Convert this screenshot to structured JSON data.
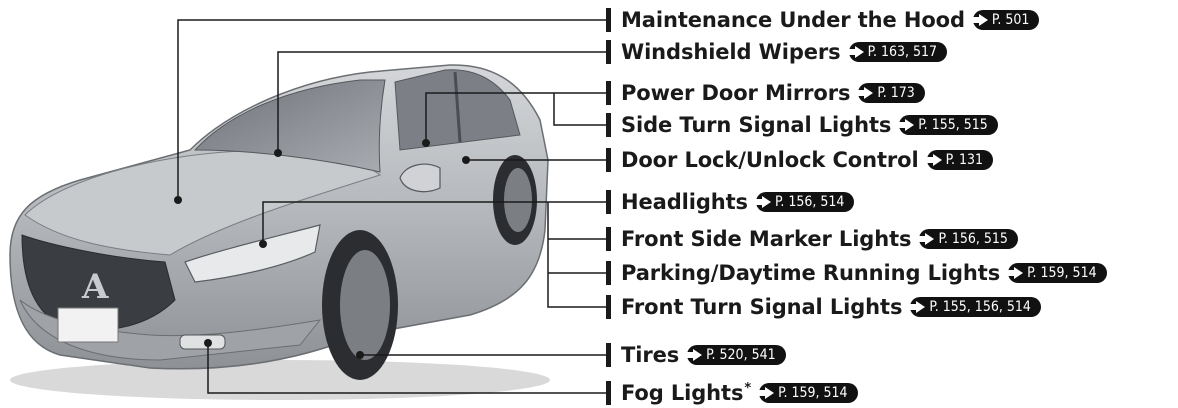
{
  "labels": [
    {
      "text": "Maintenance Under the Hood",
      "ref": "P. 501"
    },
    {
      "text": "Windshield Wipers",
      "ref": "P. 163, 517"
    },
    {
      "text": "Power Door Mirrors",
      "ref": "P. 173"
    },
    {
      "text": "Side Turn Signal Lights",
      "ref": "P. 155, 515"
    },
    {
      "text": "Door Lock/Unlock Control",
      "ref": "P. 131"
    },
    {
      "text": "Headlights",
      "ref": "P. 156, 514"
    },
    {
      "text": "Front Side Marker Lights",
      "ref": "P. 156, 515"
    },
    {
      "text": "Parking/Daytime Running Lights",
      "ref": "P. 159, 514"
    },
    {
      "text": "Front Turn Signal Lights",
      "ref": "P. 155, 156, 514"
    },
    {
      "text": "Tires",
      "ref": "P. 520, 541"
    },
    {
      "text": "Fog Lights",
      "ref": "P. 159, 514",
      "asterisk": "*"
    }
  ],
  "colors": {
    "ink": "#1a1a1a",
    "car_body": "#b9bcc0",
    "grille": "#3a3d42"
  }
}
